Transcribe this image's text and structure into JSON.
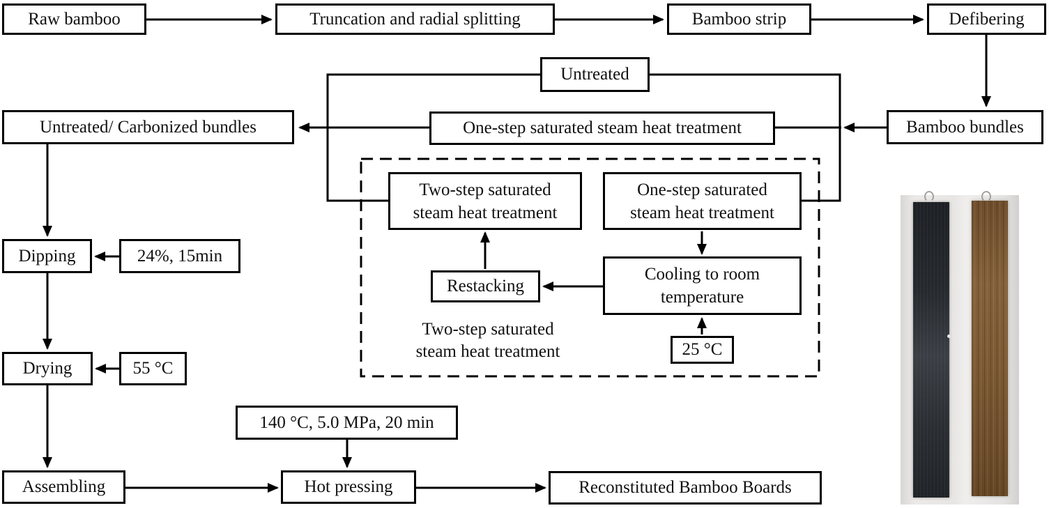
{
  "figure": {
    "type": "flowchart",
    "background_color": "#ffffff",
    "line_color": "#000000"
  },
  "nodes": {
    "raw_bamboo": {
      "label": "Raw bamboo"
    },
    "truncation": {
      "label": "Truncation and radial splitting"
    },
    "bamboo_strip": {
      "label": "Bamboo strip"
    },
    "defibering": {
      "label": "Defibering"
    },
    "untreated": {
      "label": "Untreated"
    },
    "untreated_carbonized": {
      "label": "Untreated/ Carbonized bundles"
    },
    "one_step_outer": {
      "label": "One-step saturated steam heat treatment"
    },
    "bamboo_bundles": {
      "label": "Bamboo bundles"
    },
    "two_step_inner": {
      "line1": "Two-step saturated",
      "line2": "steam heat treatment"
    },
    "one_step_inner": {
      "line1": "One-step saturated",
      "line2": "steam heat treatment"
    },
    "restacking": {
      "label": "Restacking"
    },
    "cooling": {
      "line1": "Cooling to room",
      "line2": "temperature"
    },
    "temp_25": {
      "label": "25 °C"
    },
    "dipping": {
      "label": "Dipping"
    },
    "dip_params": {
      "label": "24%, 15min"
    },
    "drying": {
      "label": "Drying"
    },
    "dry_temp": {
      "label": "55 °C"
    },
    "assembling": {
      "label": "Assembling"
    },
    "press_params": {
      "label": "140 °C, 5.0 MPa, 20 min"
    },
    "hot_pressing": {
      "label": "Hot pressing"
    },
    "boards": {
      "label": "Reconstituted Bamboo Boards"
    }
  },
  "caption": {
    "line1": "Two-step saturated",
    "line2": "steam heat treatment"
  },
  "edges": [
    {
      "from": "raw_bamboo",
      "to": "truncation",
      "arrow": true
    },
    {
      "from": "truncation",
      "to": "bamboo_strip",
      "arrow": true
    },
    {
      "from": "bamboo_strip",
      "to": "defibering",
      "arrow": true
    },
    {
      "from": "defibering",
      "to": "bamboo_bundles",
      "arrow": true
    },
    {
      "from": "bamboo_bundles",
      "to": "one_step_outer",
      "arrow": true
    },
    {
      "from": "one_step_outer",
      "to": "untreated_carbonized",
      "arrow": true
    },
    {
      "from": "untreated",
      "to": "two_step_inner",
      "arrow": false
    },
    {
      "from": "untreated",
      "to": "one_step_inner",
      "arrow": false
    },
    {
      "from": "one_step_inner",
      "to": "cooling",
      "arrow": true
    },
    {
      "from": "temp_25",
      "to": "cooling",
      "arrow": true
    },
    {
      "from": "cooling",
      "to": "restacking",
      "arrow": true
    },
    {
      "from": "restacking",
      "to": "two_step_inner",
      "arrow": true
    },
    {
      "from": "untreated_carbonized",
      "to": "dipping",
      "arrow": true
    },
    {
      "from": "dip_params",
      "to": "dipping",
      "arrow": true
    },
    {
      "from": "dipping",
      "to": "drying",
      "arrow": true
    },
    {
      "from": "dry_temp",
      "to": "drying",
      "arrow": true
    },
    {
      "from": "drying",
      "to": "assembling",
      "arrow": true
    },
    {
      "from": "assembling",
      "to": "hot_pressing",
      "arrow": true
    },
    {
      "from": "press_params",
      "to": "hot_pressing",
      "arrow": true
    },
    {
      "from": "hot_pressing",
      "to": "boards",
      "arrow": true
    }
  ],
  "photo": {
    "content": "two reconstituted bamboo board samples",
    "background_color": "#e7e6e4",
    "dark_board_color": "#2b2e33",
    "brown_board_color": "#7d5a33"
  }
}
